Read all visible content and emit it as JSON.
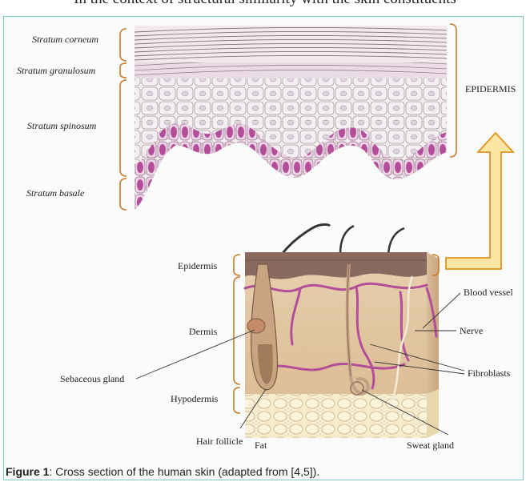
{
  "running_text": "In the context of structural similarity with the skin constituents",
  "epidermis_layers": {
    "corneum": "Stratum corneum",
    "granulosum": "Stratum granulosum",
    "spinosum": "Stratum spinosum",
    "basale": "Stratum basale",
    "group": "EPIDERMIS"
  },
  "skin_labels": {
    "epidermis": "Epidermis",
    "dermis": "Dermis",
    "hypodermis": "Hypodermis",
    "sebaceous_gland": "Sebaceous gland",
    "hair_follicle": "Hair follicle",
    "fat": "Fat",
    "blood_vessel": "Blood vessel",
    "nerve": "Nerve",
    "fibroblasts": "Fibroblasts",
    "sweat_gland": "Sweat gland"
  },
  "caption": {
    "label": "Figure 1",
    "text": ": Cross section of the human skin (adapted from [4,5])."
  },
  "colors": {
    "bracket": "#c87a2a",
    "arrow_fill": "#fbe6a6",
    "arrow_stroke": "#e0951f",
    "cell_fill": "#f3eef0",
    "basal_cell": "#b24f98",
    "frame": "#7cc9c2"
  }
}
